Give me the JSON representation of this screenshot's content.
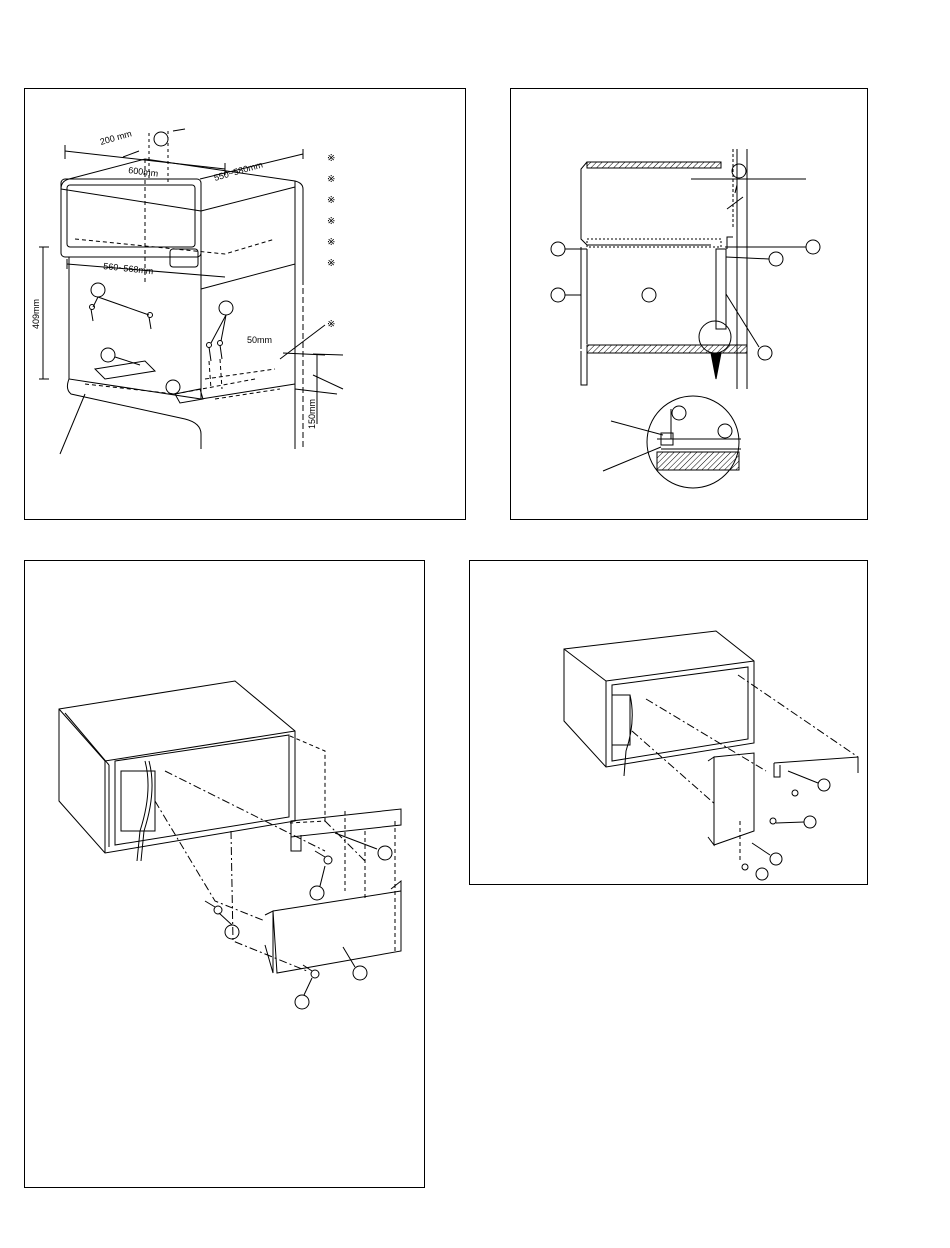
{
  "diagram1": {
    "dim_200mm": "200 mm",
    "dim_600mm": "600mm",
    "dim_550_580mm": "550~580mm",
    "dim_560_568mm": "560~568mm",
    "dim_409mm": "409mm",
    "dim_50mm": "50mm",
    "dim_150mm": "150mm",
    "note_mark": "※"
  },
  "diagram2": {},
  "diagram3": {},
  "diagram4": {}
}
